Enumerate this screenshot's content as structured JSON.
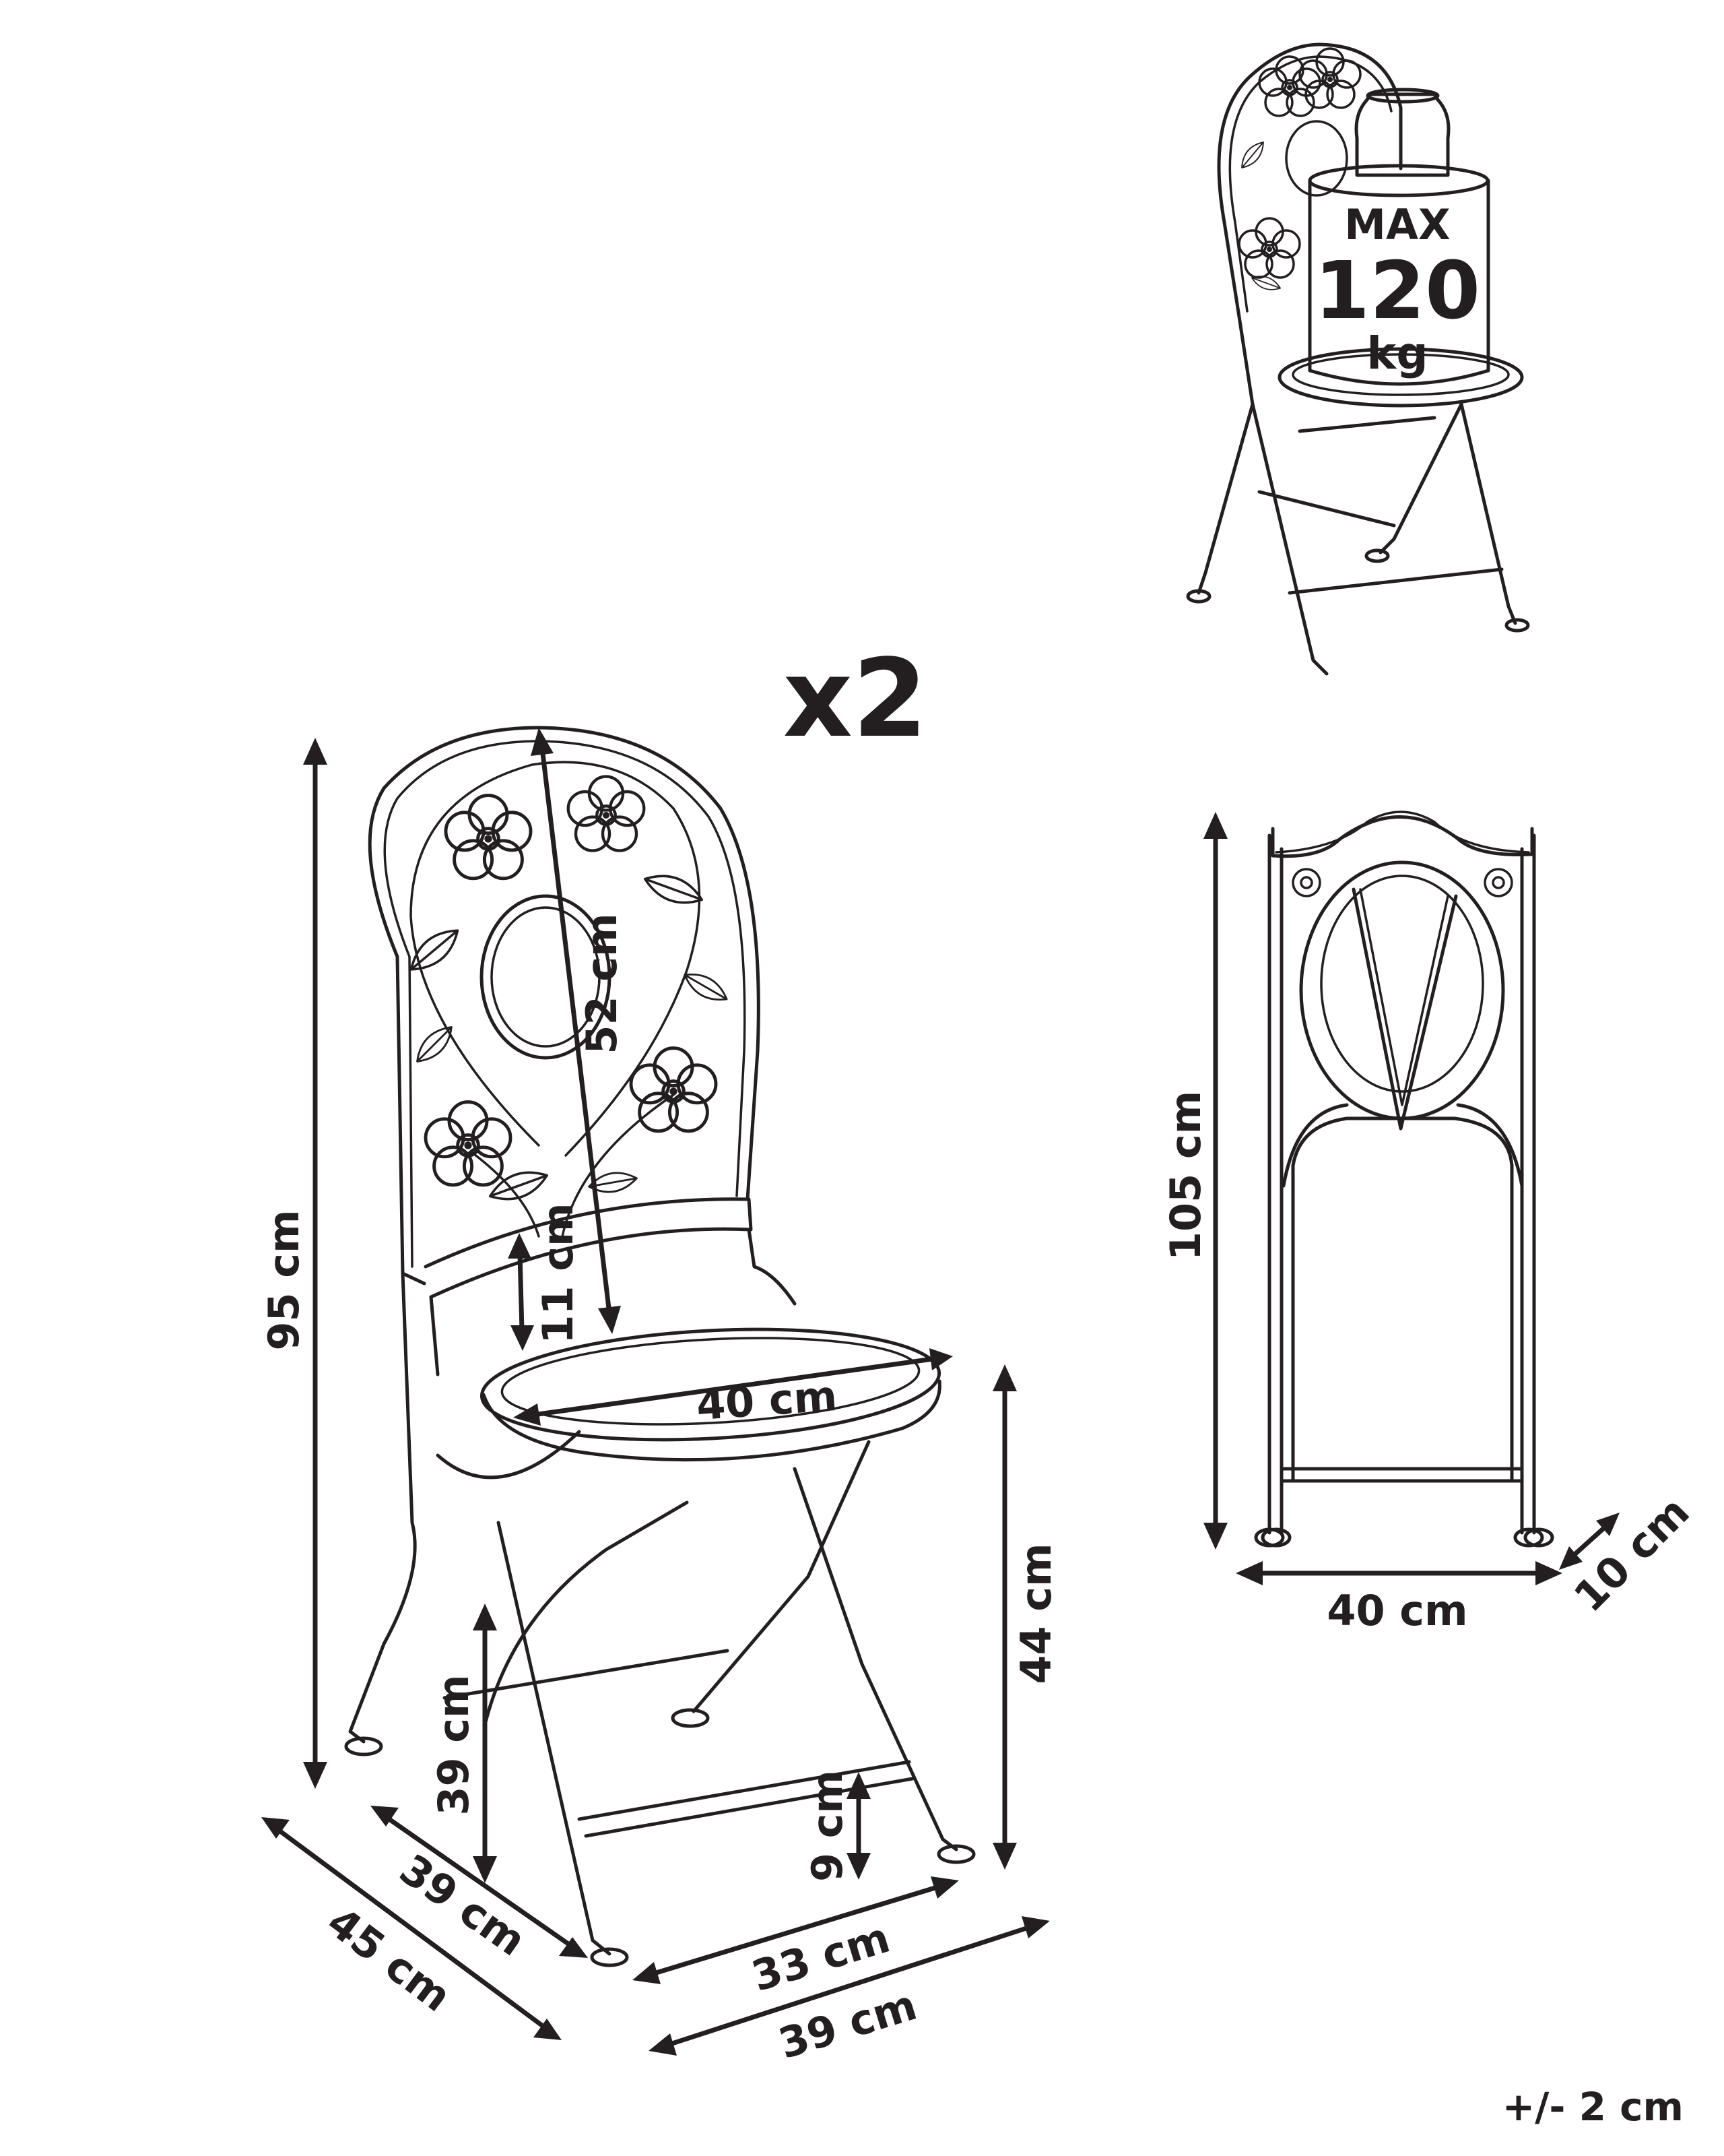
{
  "quantity_label": "x2",
  "tolerance_label": "+/- 2 cm",
  "load_badge": {
    "line1": "MAX",
    "line2": "120",
    "line3": "kg"
  },
  "main_view": {
    "dims": {
      "total_height": "95 cm",
      "backrest_height": "52 cm",
      "backrest_gap": "11 cm",
      "seat_diameter": "40 cm",
      "seat_height": "44 cm",
      "frame_side_height": "39 cm",
      "rung_height": "9 cm",
      "side_depth_inner": "39 cm",
      "side_depth_outer": "45 cm",
      "front_width_inner": "33 cm",
      "front_width_outer": "39 cm"
    }
  },
  "folded_view": {
    "dims": {
      "height": "105 cm",
      "width": "40 cm",
      "depth": "10 cm"
    }
  },
  "colors": {
    "ink": "#231f20",
    "background": "#ffffff"
  }
}
